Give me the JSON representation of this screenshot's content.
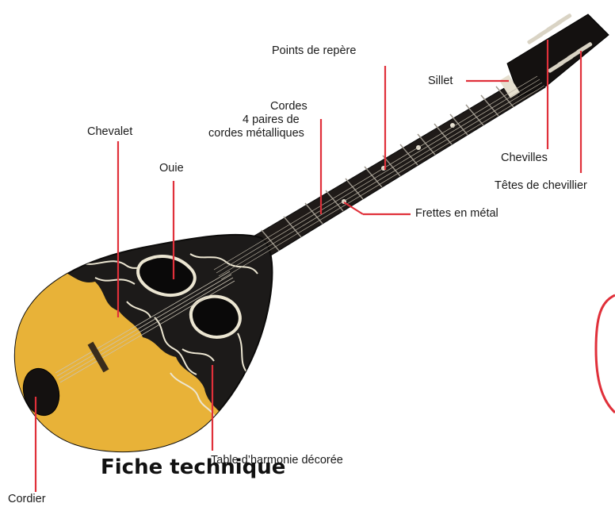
{
  "title": "Fiche technique",
  "labels": {
    "points_de_repere": "Points de repère",
    "sillet": "Sillet",
    "cordes_line1": "Cordes",
    "cordes_line2": "4 paires de",
    "cordes_line3": "cordes métalliques",
    "chevalet": "Chevalet",
    "ouie": "Ouie",
    "chevilles": "Chevilles",
    "tetes_de_chevillier": "Têtes de chevillier",
    "frettes": "Frettes en métal",
    "table_harmonie": "Table d’harmonie décorée",
    "cordier": "Cordier"
  },
  "colors": {
    "leader_line": "#e0303a",
    "soundboard": "#e8b238",
    "body_dark": "#1c1a19",
    "ornament": "#ece6d2"
  }
}
